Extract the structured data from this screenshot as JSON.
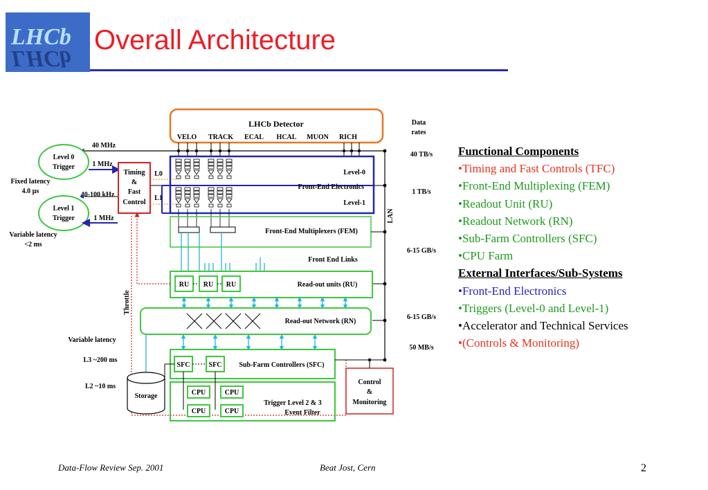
{
  "header": {
    "logo_text": "LHCb",
    "title": "Overall Architecture"
  },
  "diagram": {
    "detector": {
      "title": "LHCb Detector",
      "subdetectors": [
        "VELO",
        "TRACK",
        "ECAL",
        "HCAL",
        "MUON",
        "RICH"
      ]
    },
    "data_rates": {
      "title_line1": "Data",
      "title_line2": "rates",
      "values": [
        "40 TB/s",
        "1 TB/s",
        "6-15 GB/s",
        "6-15 GB/s",
        "50 MB/s"
      ]
    },
    "triggers": {
      "level0_line1": "Level 0",
      "level0_line2": "Trigger",
      "level1_line1": "Level 1",
      "level1_line2": "Trigger",
      "rate_40mhz": "40 MHz",
      "rate_1mhz_top": "1 MHz",
      "rate_40_100khz": "40-100 kHz",
      "rate_1mhz_bottom": "1 MHz",
      "fixed_latency_line1": "Fixed latency",
      "fixed_latency_line2": "4.0 µs",
      "variable_latency_line1": "Variable latency",
      "variable_latency_line2": "<2 ms"
    },
    "tfc": {
      "line1": "Timing",
      "line2": "&",
      "line3": "Fast",
      "line4": "Control",
      "l0": "L0",
      "l1": "L1"
    },
    "front_end": {
      "level0": "Level-0",
      "electronics": "Front-End Electronics",
      "level1": "Level-1"
    },
    "fem_label": "Front-End Multiplexers (FEM)",
    "lan_label": "LAN",
    "front_end_links": "Front End Links",
    "readout_units": {
      "units": [
        "RU",
        "RU",
        "RU"
      ],
      "label": "Read-out units (RU)"
    },
    "throttle": "Throttle",
    "readout_network": "Read-out Network (RN)",
    "latencies": {
      "variable": "Variable latency",
      "l3": "L3 ~200 ms",
      "l2": "L2 ~10 ms"
    },
    "sfc": {
      "units": [
        "SFC",
        "SFC"
      ],
      "label": "Sub-Farm Controllers (SFC)"
    },
    "storage": "Storage",
    "cpu": {
      "units": [
        "CPU",
        "CPU",
        "CPU",
        "CPU"
      ],
      "label_line1": "Trigger Level 2 & 3",
      "label_line2": "Event Filter"
    },
    "control": {
      "line1": "Control",
      "line2": "&",
      "line3": "Monitoring"
    }
  },
  "right_panel": {
    "functional_heading": "Functional Components",
    "functional_items": [
      {
        "text": "•Timing and Fast Controls (TFC)",
        "color": "#e8321e"
      },
      {
        "text": "•Front-End Multiplexing (FEM)",
        "color": "#1e9a1e"
      },
      {
        "text": "•Readout Unit (RU)",
        "color": "#1e9a1e"
      },
      {
        "text": "•Readout Network (RN)",
        "color": "#1e9a1e"
      },
      {
        "text": "•Sub-Farm Controllers (SFC)",
        "color": "#1e9a1e"
      },
      {
        "text": "•CPU Farm",
        "color": "#1e9a1e"
      }
    ],
    "external_heading": "External Interfaces/Sub-Systems",
    "external_items": [
      {
        "text": "•Front-End Electronics",
        "color": "#2323c8"
      },
      {
        "text": "•Triggers (Level-0 and Level-1)",
        "color": "#1e9a1e"
      },
      {
        "text": "•Accelerator and Technical Services",
        "color": "#000000"
      },
      {
        "text": "•(Controls & Monitoring)",
        "color": "#e8321e"
      }
    ]
  },
  "footer": {
    "left": "Data-Flow Review Sep. 2001",
    "center": "Beat Jost, Cern",
    "page": "2"
  },
  "colors": {
    "title": "#ee1c24",
    "rule": "#2a2ab8",
    "logo_bg": "#3d6cc8",
    "green_box": "#3cc83c",
    "blue_box": "#2323b4",
    "orange_box": "#e87820",
    "red_box": "#d42020",
    "cyan_link": "#20b4e0"
  }
}
